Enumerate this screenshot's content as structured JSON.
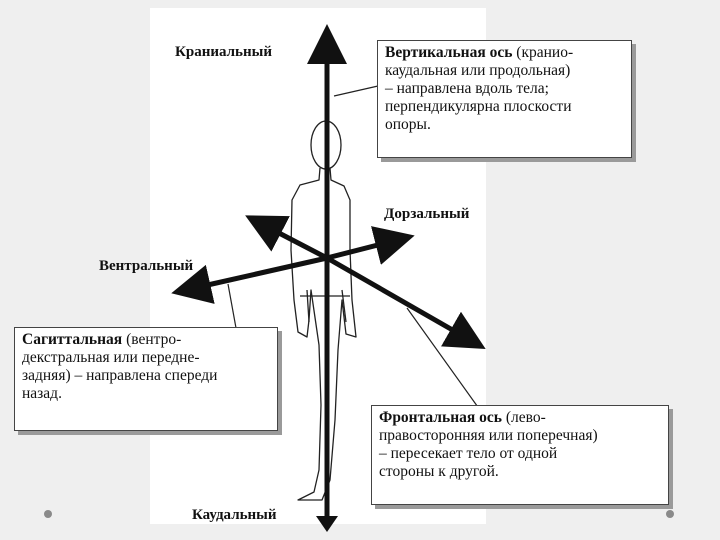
{
  "directions": {
    "cranial": "Краниальный",
    "dorsal": "Дорзальный",
    "ventral": "Вентральный",
    "caudal": "Каудальный"
  },
  "boxes": {
    "vertical": {
      "title": "Вертикальная ось",
      "text_1": " (кранио-",
      "line_2": "каудальная или продольная)",
      "line_3": "– направлена вдоль тела;",
      "line_4": "перпендикулярна плоскости",
      "line_5": "опоры."
    },
    "sagittal": {
      "title": "Сагиттальная",
      "text_1": " (вентро-",
      "line_2": "декстральная или передне-",
      "line_3": "задняя) – направлена спереди",
      "line_4": "назад."
    },
    "frontal": {
      "title": "Фронтальная ось",
      "text_1": " (лево-",
      "line_2": "правосторонняя или поперечная)",
      "line_3": "– пересекает тело от одной",
      "line_4": "стороны к другой."
    }
  },
  "colors": {
    "background": "#efefef",
    "panel": "#ffffff",
    "lines": "#111111",
    "shadow": "#9a9a9a"
  }
}
